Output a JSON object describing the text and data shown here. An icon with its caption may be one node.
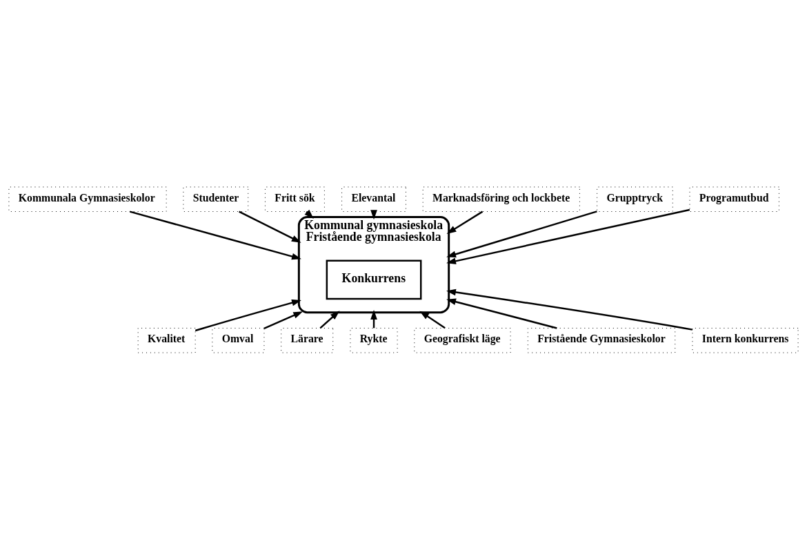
{
  "diagram": {
    "nodes": [
      {
        "text": [
          "Kommunala Gymnasieskolor"
        ]
      },
      {
        "text": [
          "Studenter"
        ]
      },
      {
        "text": [
          "Fritt sök"
        ]
      },
      {
        "text": [
          "Elevantal"
        ]
      },
      {
        "text": [
          "Marknadsföring och lockbete"
        ]
      },
      {
        "text": [
          "Kommunal gymnasieskola",
          "Fristående gymnasieskola"
        ]
      },
      {
        "text": [
          "Konkurrens"
        ],
        "in": 5
      },
      {
        "text": [
          "Grupptryck"
        ]
      },
      {
        "text": [
          "Programutbud"
        ]
      },
      {
        "text": [
          "Kvalitet"
        ]
      },
      {
        "text": [
          "Omval"
        ]
      },
      {
        "text": [
          "Lärare"
        ]
      },
      {
        "text": [
          "Rykte"
        ]
      },
      {
        "text": [
          "Geografiskt läge"
        ]
      },
      {
        "text": [
          "Fristående Gymnasieskolor"
        ]
      },
      {
        "text": [
          "Intern konkurrens"
        ]
      }
    ],
    "edges": [
      {
        "from": 1,
        "to": 6,
        "arrow": "to"
      },
      {
        "from": 0,
        "to": 6,
        "arrow": "to"
      },
      {
        "from": 2,
        "to": 6,
        "arrow": "to"
      },
      {
        "from": 3,
        "to": 6,
        "arrow": "to"
      },
      {
        "from": 4,
        "to": 6,
        "arrow": "to"
      },
      {
        "from": 7,
        "to": 6,
        "arrow": "to"
      },
      {
        "from": 8,
        "to": 6,
        "arrow": "to"
      },
      {
        "from": 9,
        "to": 6,
        "arrow": "to"
      },
      {
        "from": 10,
        "to": 6,
        "arrow": "to"
      },
      {
        "from": 11,
        "to": 6,
        "arrow": "to"
      },
      {
        "from": 13,
        "to": 6,
        "arrow": "to"
      },
      {
        "from": 14,
        "to": 6,
        "arrow": "to"
      },
      {
        "from": 15,
        "to": 6,
        "arrow": "to"
      },
      {
        "from": 12,
        "to": 6,
        "arrow": "to"
      }
    ]
  }
}
